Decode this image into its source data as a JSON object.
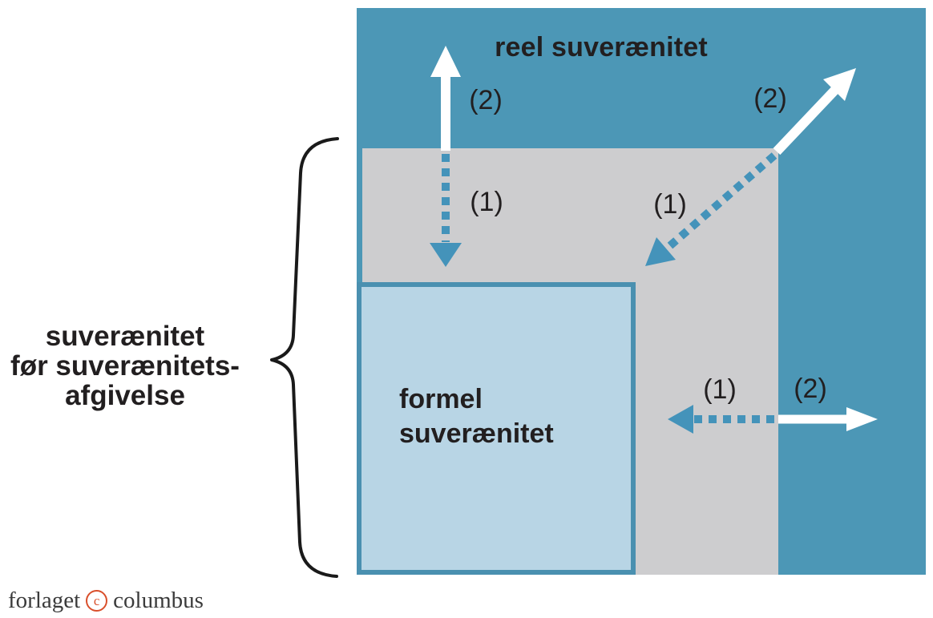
{
  "diagram": {
    "title": "reel suverænitet",
    "brace_label": {
      "line1": "suverænitet",
      "line2": "før suverænitets-",
      "line3": "afgivelse"
    },
    "inner_box_label": {
      "line1": "formel",
      "line2": "suverænitet"
    },
    "annotations": {
      "vertical_white": "(2)",
      "vertical_dashed": "(1)",
      "diagonal_white": "(2)",
      "diagonal_dashed": "(1)",
      "horizontal_dashed": "(1)",
      "horizontal_white": "(2)"
    },
    "colors": {
      "teal_region": "#4c97b6",
      "gray_region": "#cdcdcf",
      "light_blue_region": "#b8d5e5",
      "inner_box_border": "#4a90b0",
      "solid_arrow": "#ffffff",
      "dashed_arrow": "#4493ba",
      "text": "#221f20",
      "brace": "#1a1a1a"
    }
  },
  "footer": {
    "logo_word1": "forlaget",
    "logo_symbol": "c",
    "logo_word2": "columbus",
    "logo_symbol_color": "#d94f2b",
    "logo_text_color": "#3b3b3b"
  }
}
